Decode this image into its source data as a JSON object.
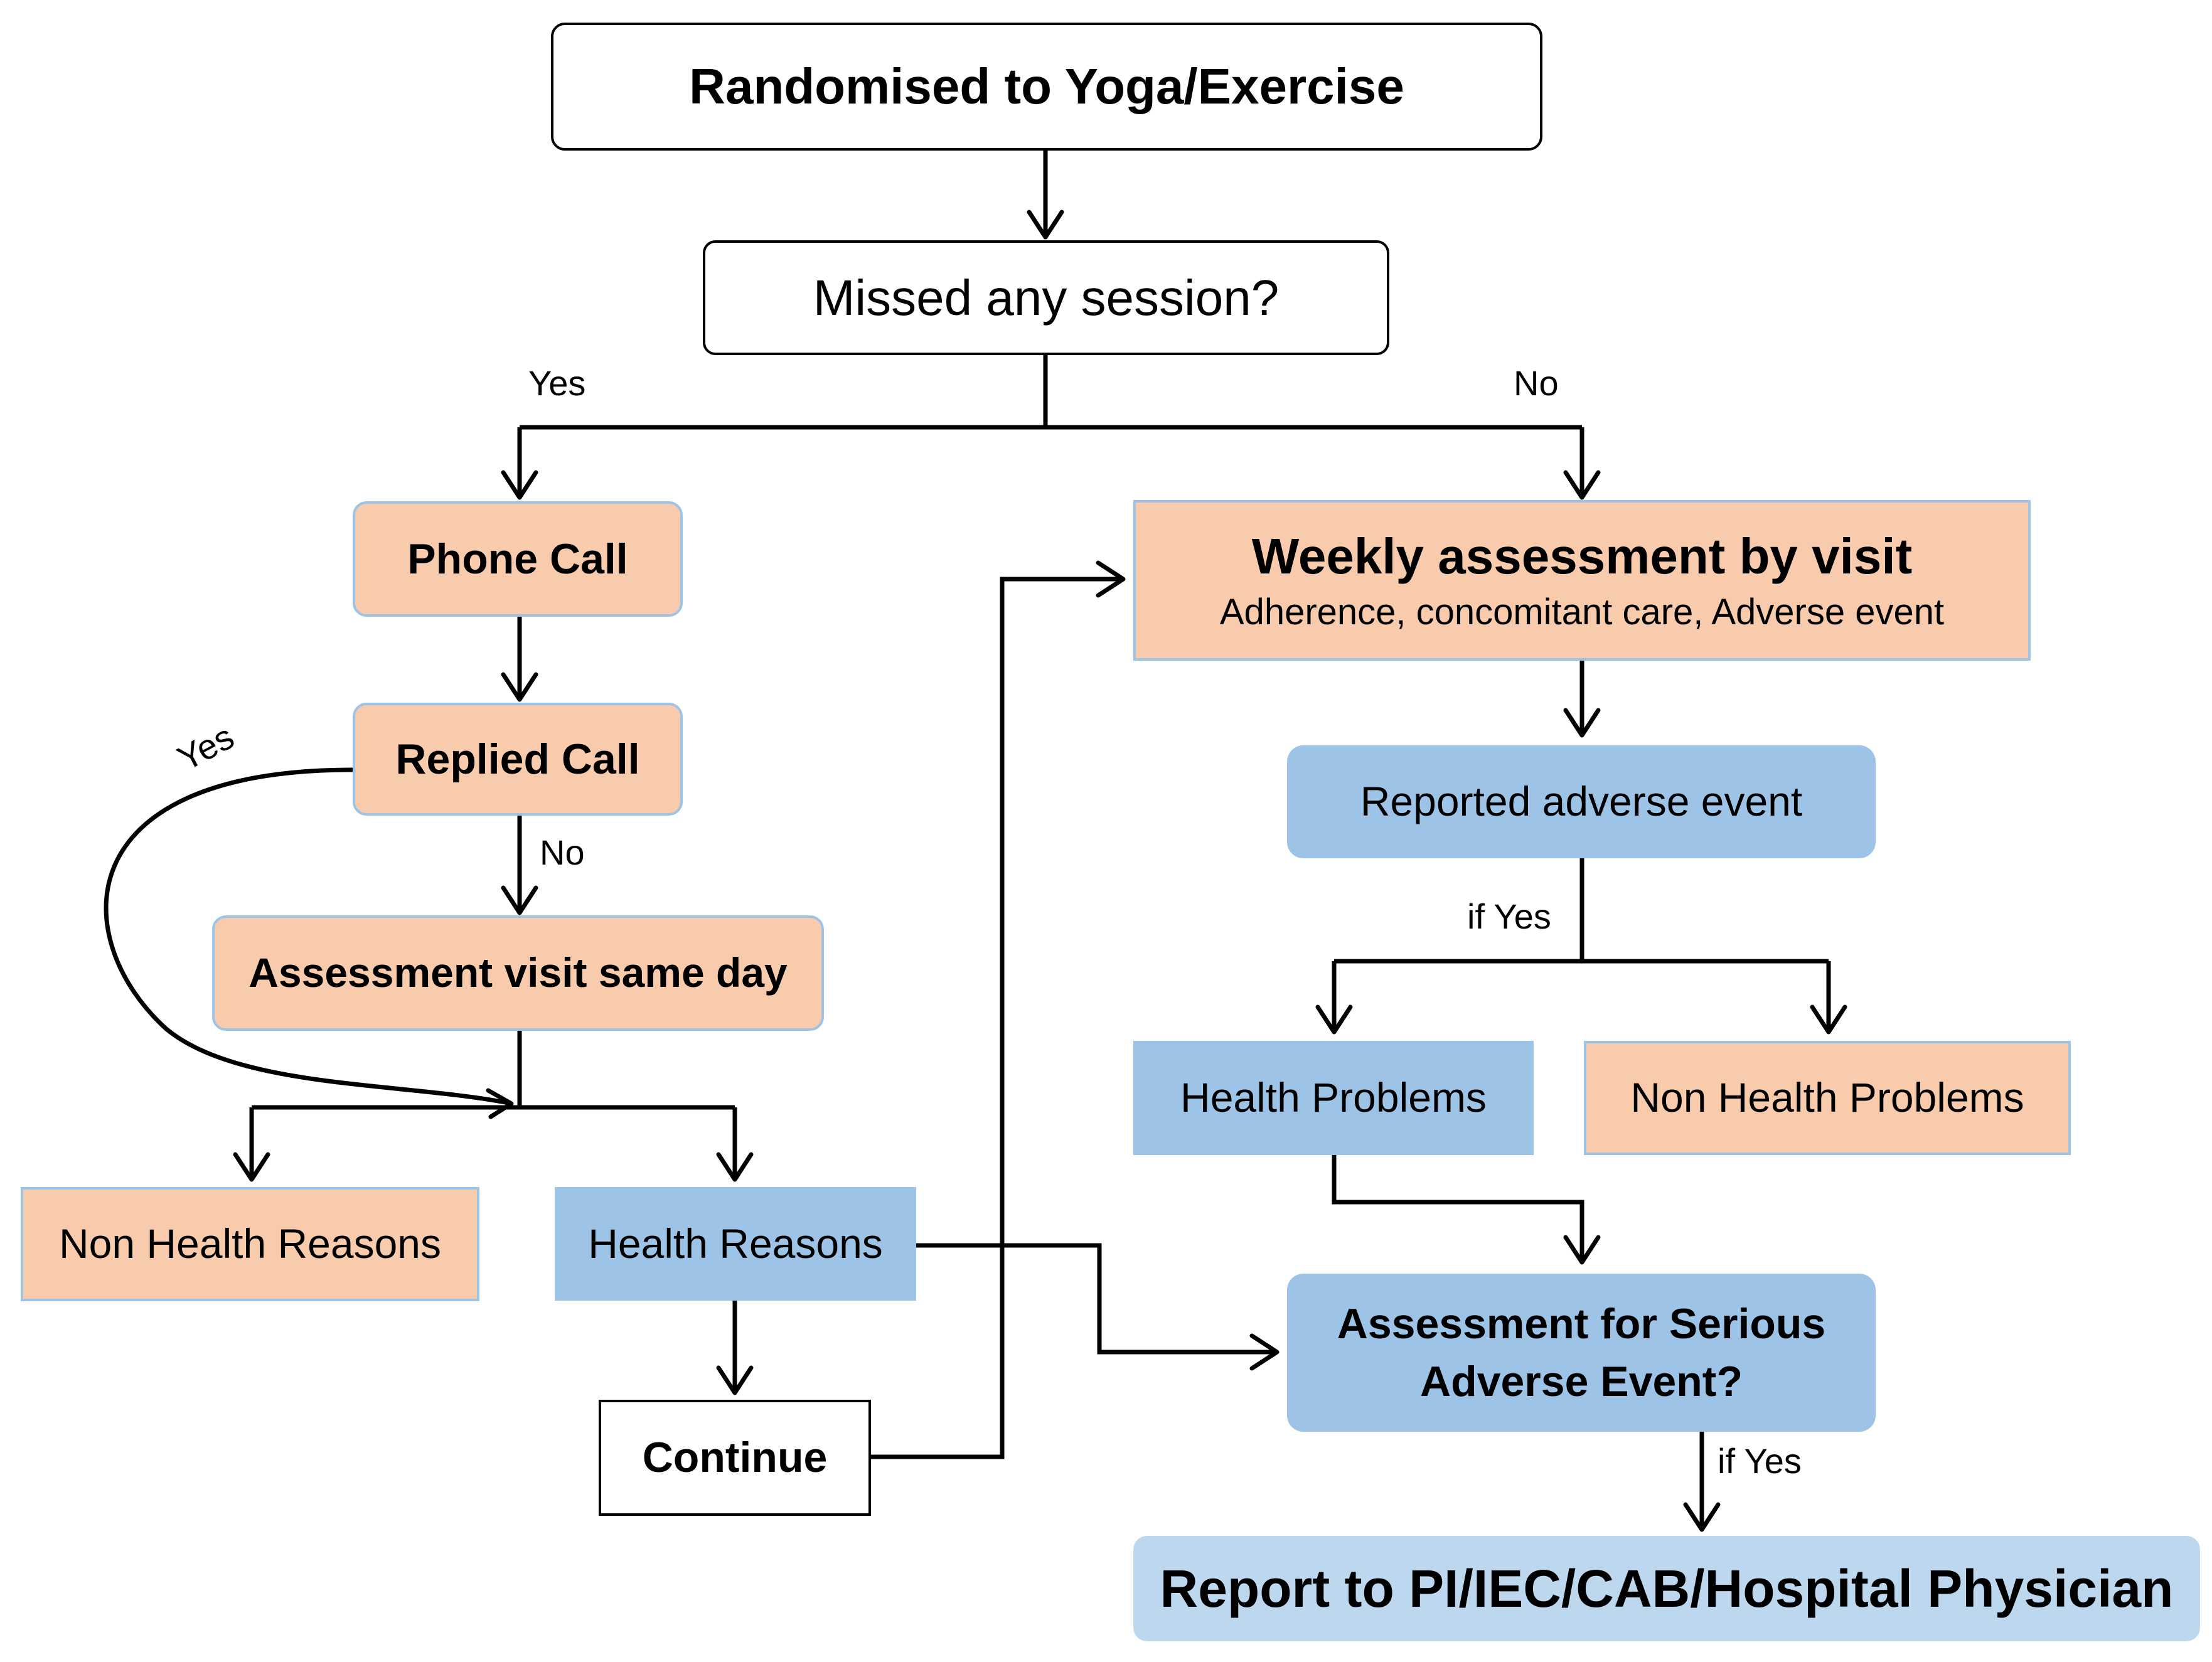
{
  "nodes": {
    "randomised": "Randomised to Yoga/Exercise",
    "missed_session": "Missed any session?",
    "phone_call": "Phone Call",
    "replied_call": "Replied Call",
    "assessment_visit": "Assessment visit same day",
    "non_health_reasons": "Non Health Reasons",
    "health_reasons": "Health Reasons",
    "continue": "Continue",
    "weekly_assessment_title": "Weekly assessment by visit",
    "weekly_assessment_subtitle": "Adherence, concomitant care, Adverse event",
    "reported_adverse_event": "Reported adverse event",
    "health_problems": "Health Problems",
    "non_health_problems": "Non Health Problems",
    "serious_ae_line1": "Assessment for Serious",
    "serious_ae_line2": "Adverse Event?",
    "report_to": "Report to PI/IEC/CAB/Hospital Physician"
  },
  "labels": {
    "yes_missed": "Yes",
    "no_missed": "No",
    "yes_replied": "Yes",
    "no_replied": "No",
    "if_yes_reported": "if Yes",
    "if_yes_serious": "if Yes"
  },
  "colors": {
    "peach": "#f8cbad",
    "blue": "#9dc3e6",
    "light_blue": "#bdd7ee",
    "line": "#000000"
  }
}
